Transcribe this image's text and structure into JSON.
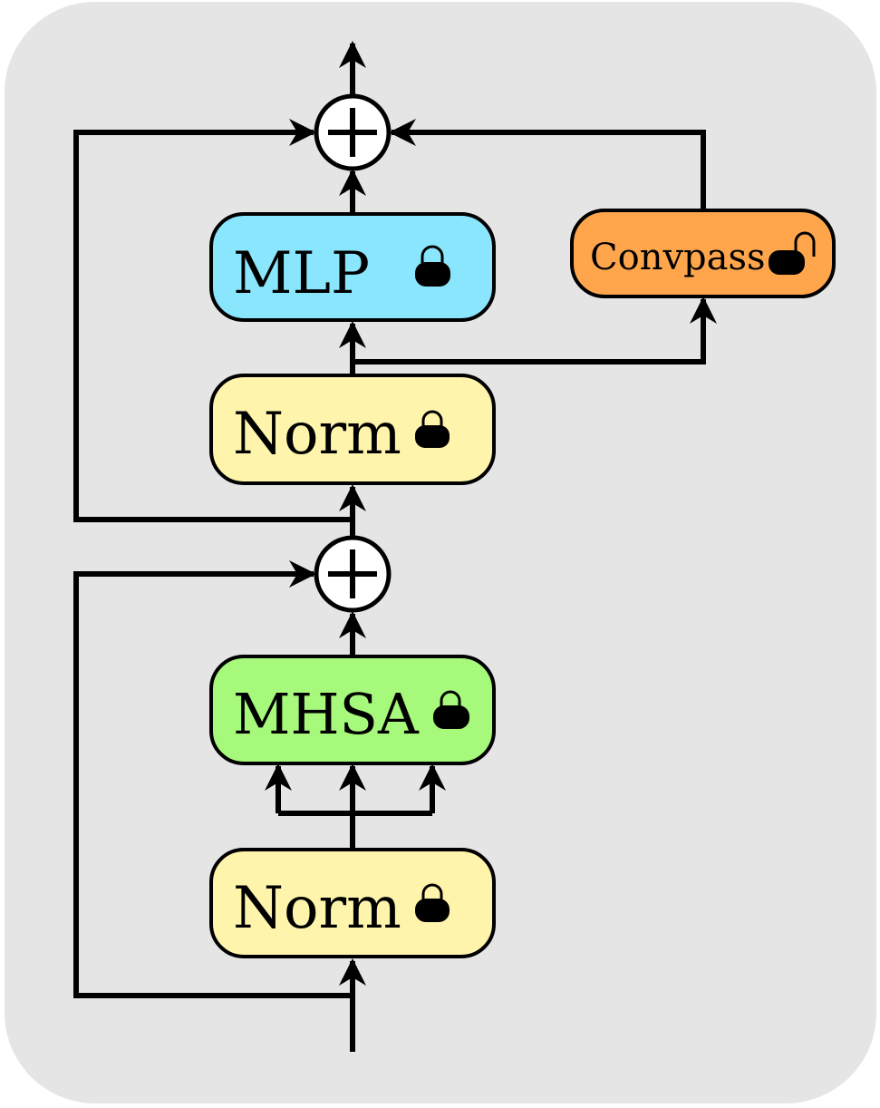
{
  "blocks": {
    "mlp": {
      "label": "MLP",
      "color": "#8ae6fd",
      "lock_icon": "locked-padlock-icon"
    },
    "convpass": {
      "label": "Convpass",
      "color": "#ffa64d",
      "lock_icon": "unlocked-padlock-icon"
    },
    "norm_upper": {
      "label": "Norm",
      "color": "#fff4ab",
      "lock_icon": "locked-padlock-icon"
    },
    "mhsa": {
      "label": "MHSA",
      "color": "#a6f97a",
      "lock_icon": "locked-padlock-icon"
    },
    "norm_lower": {
      "label": "Norm",
      "color": "#fff4ab",
      "lock_icon": "locked-padlock-icon"
    }
  },
  "adders": [
    {
      "symbol": "+",
      "icon": "add-circle-icon"
    },
    {
      "symbol": "+",
      "icon": "add-circle-icon"
    }
  ],
  "colors": {
    "panel": "#e5e5e5",
    "line": "#000000"
  }
}
